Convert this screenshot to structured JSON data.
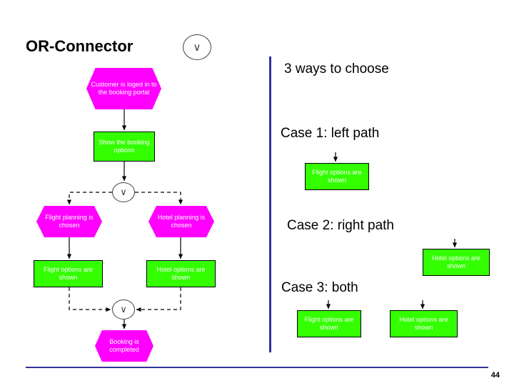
{
  "slide": {
    "title": "OR-Connector",
    "page_number": "44",
    "accent_color": "#333399",
    "node_magenta": "#ff00ff",
    "node_green": "#33ff00"
  },
  "or_symbol": {
    "glyph": "∨",
    "name": "or-connector-symbol"
  },
  "flow": {
    "nodes": [
      {
        "id": "customer",
        "label": "Customer is loged in to the booking portal",
        "shape": "hexagon",
        "color": "#ff00ff"
      },
      {
        "id": "show",
        "label": "Show the booking options",
        "shape": "rect",
        "color": "#33ff00"
      },
      {
        "id": "flightplan",
        "label": "Flight planning is chosen",
        "shape": "hexagon",
        "color": "#ff00ff"
      },
      {
        "id": "hotelplan",
        "label": "Hotel planning is chosen",
        "shape": "hexagon",
        "color": "#ff00ff"
      },
      {
        "id": "flightopt",
        "label": "Flight options are shown",
        "shape": "rect",
        "color": "#33ff00"
      },
      {
        "id": "hotelopt",
        "label": "Hotel options are shown",
        "shape": "rect",
        "color": "#33ff00"
      },
      {
        "id": "booking",
        "label": "Booking is completed",
        "shape": "hexagon",
        "color": "#ff00ff"
      }
    ]
  },
  "cases": {
    "heading": "3 ways to choose",
    "case1": {
      "text": "Case 1: left path",
      "result": "Flight options are shown"
    },
    "case2": {
      "text": "Case 2: right path",
      "result": "Hotel options are shown"
    },
    "case3": {
      "text": "Case 3: both",
      "result_left": "Flight options are shown",
      "result_right": "Hotel options are shown"
    }
  }
}
